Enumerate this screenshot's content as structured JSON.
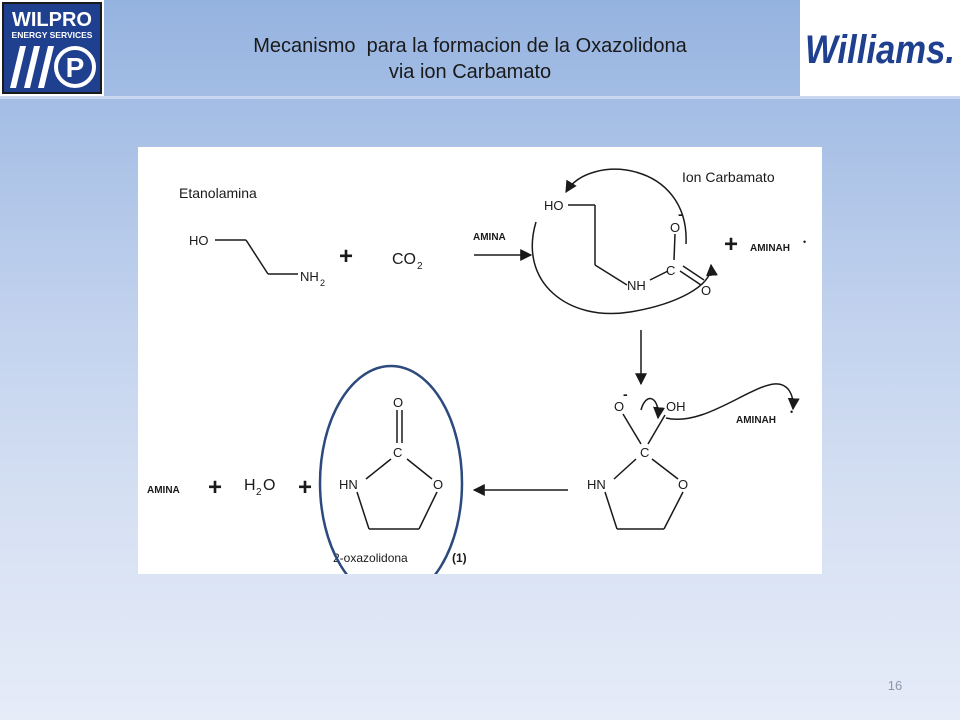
{
  "slide": {
    "title_line1": "Mecanismo  para la formacion de la Oxazolidona",
    "title_line2": "via ion Carbamato",
    "page_number": "16"
  },
  "logos": {
    "left": {
      "line1": "WILPRO",
      "line2": "ENERGY SERVICES",
      "monogram": "P"
    },
    "right": {
      "text": "Williams."
    }
  },
  "diagram": {
    "labels": {
      "etanolamina": "Etanolamina",
      "ion_carbamato": "Ion Carbamato",
      "oxazolidona": "2-oxazolidona",
      "oxazolidona_ref": "(1)"
    },
    "atoms": {
      "ho": "HO",
      "nh2_n": "NH",
      "nh2_sub": "2",
      "co2_main": "CO",
      "co2_sub": "2",
      "amina_reagent": "AMINA",
      "carb_ho": "HO",
      "carb_o": "O",
      "carb_c": "C",
      "carb_nh": "NH",
      "carb_o2": "O",
      "aminah_top": "AMINAH",
      "int_o": "O",
      "int_oh": "OH",
      "int_c": "C",
      "int_hn": "HN",
      "int_ring_o": "O",
      "aminah_mid": "AMINAH",
      "prod_o": "O",
      "prod_c": "C",
      "prod_hn": "HN",
      "prod_ring_o": "O",
      "amina_product": "AMINA",
      "h2o_h": "H",
      "h2o_sub": "2",
      "h2o_o": "O"
    },
    "charges": {
      "minus": "-",
      "plus": "+",
      "dot": "•"
    },
    "colors": {
      "circle": "#2c4a7e",
      "ink": "#1a1a1a",
      "logo_blue": "#1f3f8f",
      "logo_red": "#d8202a"
    }
  }
}
